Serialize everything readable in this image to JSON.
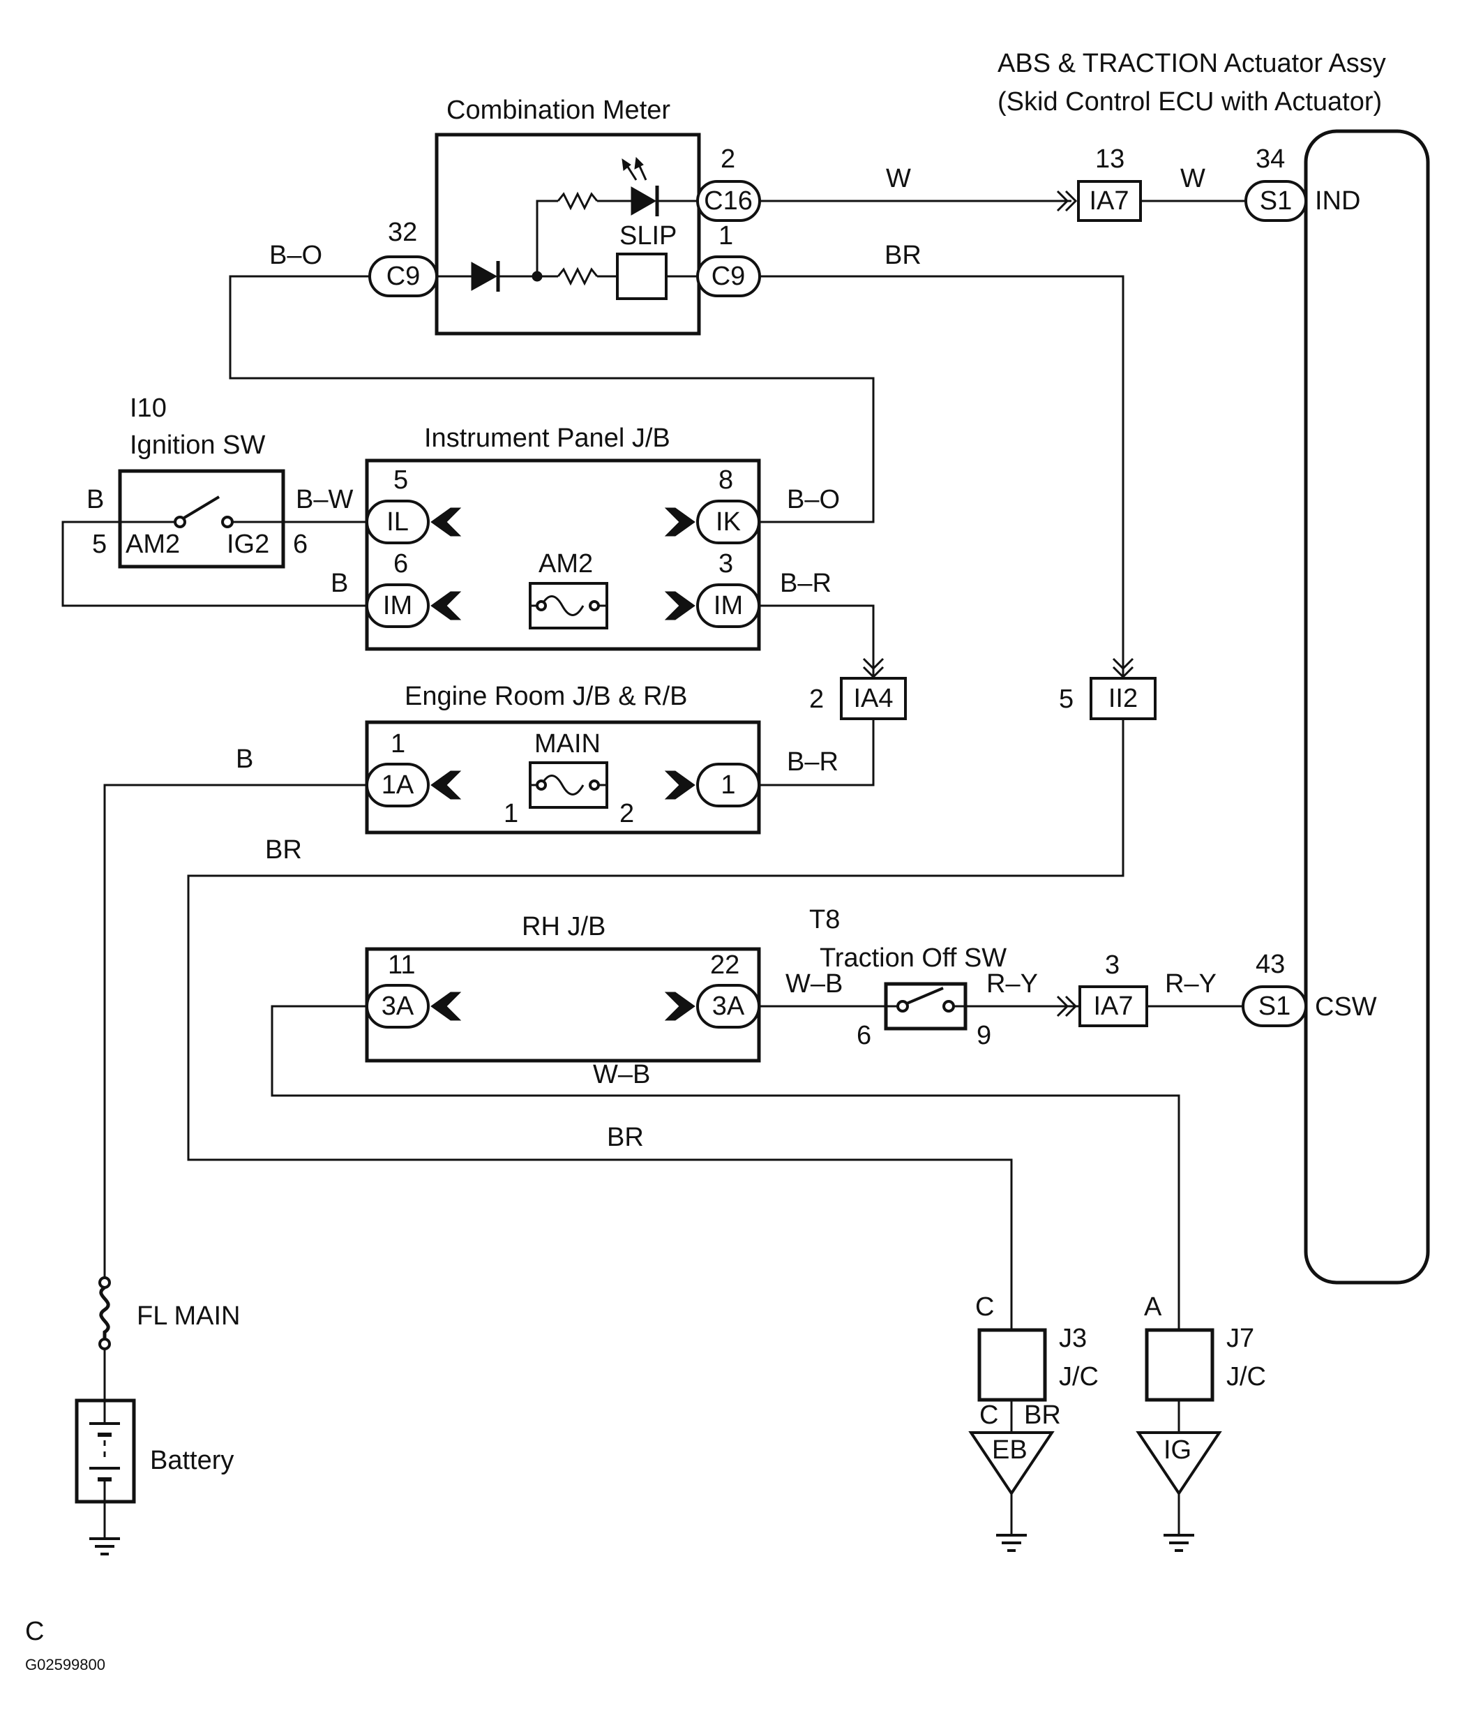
{
  "actuator": {
    "title_line1": "ABS & TRACTION Actuator Assy",
    "title_line2": "(Skid Control ECU with Actuator)",
    "term_ind": "IND",
    "term_csw": "CSW"
  },
  "combination_meter": {
    "title": "Combination Meter",
    "slip_label": "SLIP"
  },
  "ignition_sw": {
    "code": "I10",
    "title": "Ignition SW",
    "term_am2": "AM2",
    "term_ig2": "IG2",
    "pin_am2": "5",
    "pin_ig2": "6"
  },
  "instrument_panel_jb": {
    "title": "Instrument Panel J/B",
    "fuse": "AM2"
  },
  "engine_room_jb": {
    "title": "Engine Room J/B & R/B",
    "fuse": "MAIN",
    "fuse_pin_in": "1",
    "fuse_pin_out": "2"
  },
  "rh_jb": {
    "title": "RH J/B"
  },
  "traction_off_sw": {
    "code": "T8",
    "title": "Traction Off SW",
    "pin_in": "6",
    "pin_out": "9"
  },
  "fl_main": "FL MAIN",
  "battery": "Battery",
  "junction_j3": {
    "code": "J3",
    "type": "J/C",
    "pin_top": "C",
    "pin_bottom_left": "C",
    "pin_bottom_right": "BR",
    "ground": "EB"
  },
  "junction_j7": {
    "code": "J7",
    "type": "J/C",
    "pin_top": "A",
    "ground": "IG"
  },
  "connectors": {
    "c16": {
      "name": "C16",
      "pin": "2"
    },
    "c9_left": {
      "name": "C9",
      "pin": "32"
    },
    "c9_right": {
      "name": "C9",
      "pin": "1"
    },
    "ia7_top": {
      "name": "IA7",
      "pin": "13"
    },
    "s1_top": {
      "name": "S1",
      "pin": "34"
    },
    "il": {
      "name": "IL",
      "pin": "5"
    },
    "ik": {
      "name": "IK",
      "pin": "8"
    },
    "im_left": {
      "name": "IM",
      "pin": "6"
    },
    "im_right": {
      "name": "IM",
      "pin": "3"
    },
    "ia4": {
      "name": "IA4",
      "pin": "2"
    },
    "ii2": {
      "name": "II2",
      "pin": "5"
    },
    "c1a": {
      "name": "1A",
      "pin": "1"
    },
    "c1": {
      "name": "1",
      "pin": ""
    },
    "c3a_left": {
      "name": "3A",
      "pin": "11"
    },
    "c3a_right": {
      "name": "3A",
      "pin": "22"
    },
    "ia7_bottom": {
      "name": "IA7",
      "pin": "3"
    },
    "s1_bottom": {
      "name": "S1",
      "pin": "43"
    }
  },
  "wires": {
    "w_meter_ia7": "W",
    "w_ia7_s1": "W",
    "br_meter": "BR",
    "bo_meter": "B–O",
    "b_ign": "B",
    "bw_ign": "B–W",
    "bo_ik": "B–O",
    "b_im": "B",
    "br_im": "B–R",
    "b_main": "B",
    "br_1": "B–R",
    "br_main_run": "BR",
    "wb_3a": "W–B",
    "ry_sw": "R–Y",
    "ry_s1": "R–Y",
    "wb_bottom": "W–B",
    "br_bottom": "BR"
  },
  "footer": {
    "letter": "C",
    "code": "G02599800"
  }
}
